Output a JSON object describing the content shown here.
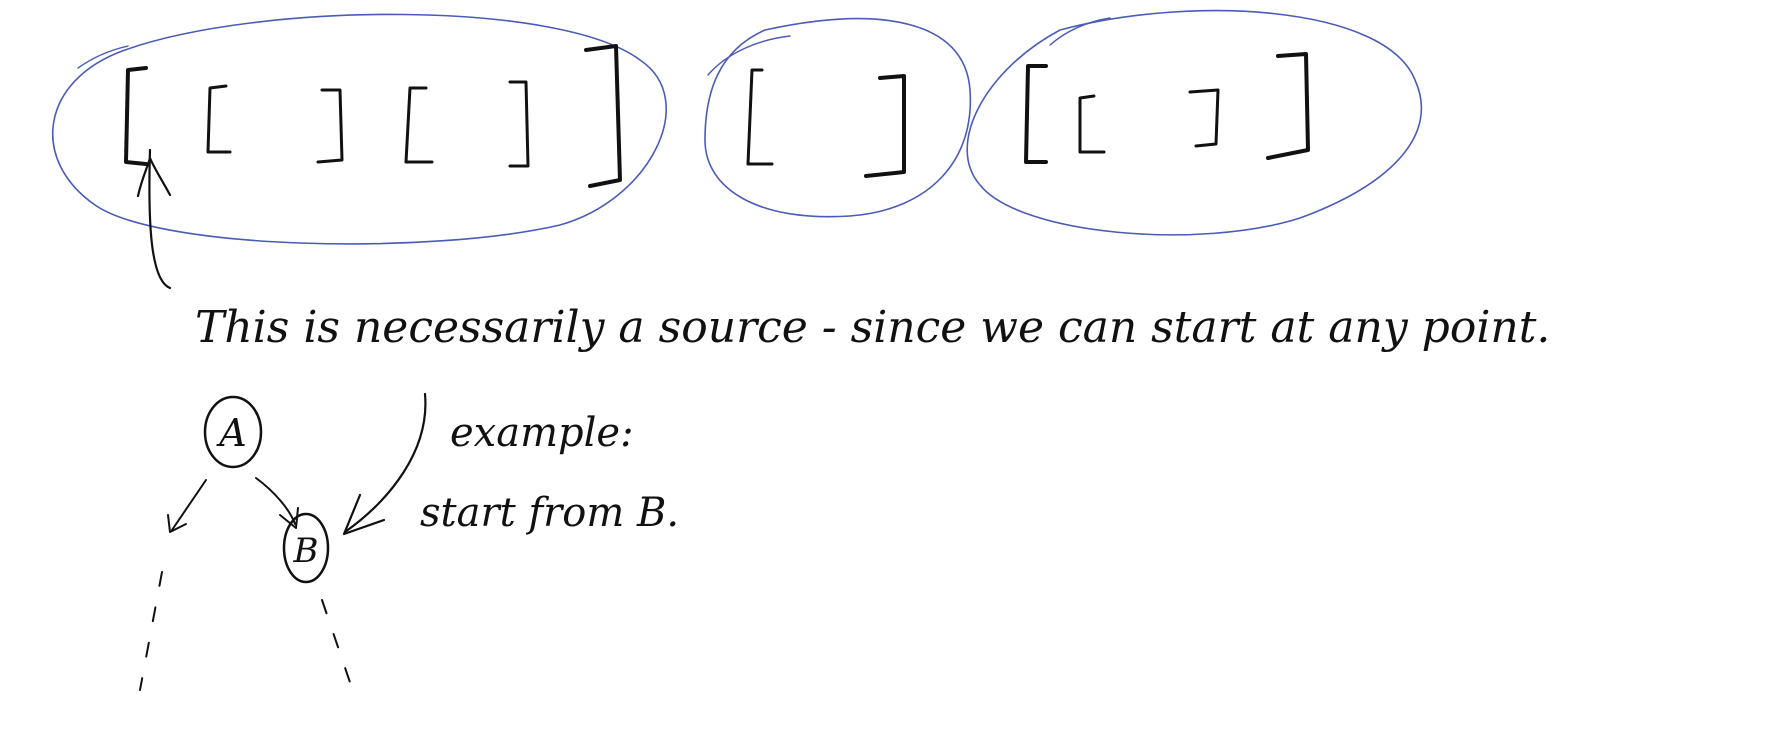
{
  "note": {
    "main_sentence": "This is necessarily a source - since we can start at any point.",
    "example_label": "example:",
    "example_detail": "start from B."
  },
  "nodes": {
    "node_a": "A",
    "node_b": "B"
  },
  "colors": {
    "background": "#ffffff",
    "ink": "#111111",
    "highlight": "#4a5bb8"
  },
  "groups": [
    {
      "label": "",
      "nested_pairs": 2
    },
    {
      "label": "",
      "nested_pairs": 0
    },
    {
      "label": "",
      "nested_pairs": 1
    }
  ]
}
